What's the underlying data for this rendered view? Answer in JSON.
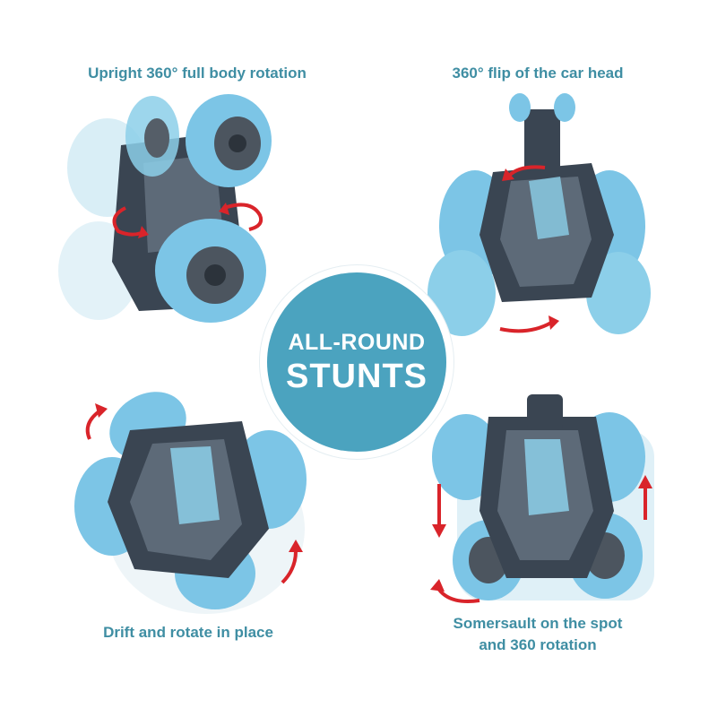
{
  "badge": {
    "line1": "ALL-ROUND",
    "line2": "STUNTS"
  },
  "captions": {
    "top_left": "Upright 360° full body rotation",
    "top_right": "360° flip of the car head",
    "bottom_left": "Drift and rotate in place",
    "bottom_right_line1": "Somersault on the spot",
    "bottom_right_line2": "and 360 rotation"
  },
  "colors": {
    "caption": "#3f8ea3",
    "badge": "#4ba3bf",
    "tire": "#7cc5e6",
    "body_dark": "#3a4552",
    "arrow": "#d9242a"
  },
  "icons": [
    "rotation-arrow-icon",
    "stunt-car-icon"
  ]
}
